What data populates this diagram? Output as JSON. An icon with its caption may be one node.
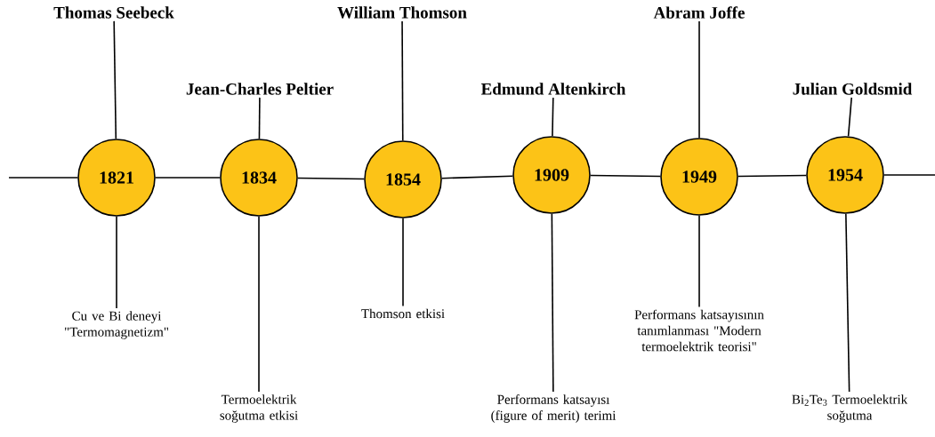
{
  "diagram": {
    "nodes": [
      {
        "text": [
          "Thomas Seebeck"
        ]
      },
      {
        "text": [
          "Jean-Charles Peltier"
        ]
      },
      {
        "text": [
          "William Thomson"
        ]
      },
      {
        "text": [
          "Edmund Altenkirch"
        ]
      },
      {
        "text": [
          "Abram Joffe"
        ]
      },
      {
        "text": [
          "Julian Goldsmid"
        ]
      },
      {
        "text": [
          "1821"
        ]
      },
      {
        "text": [
          "1834"
        ]
      },
      {
        "text": [
          "1854"
        ]
      },
      {
        "text": [
          "1909"
        ]
      },
      {
        "text": [
          "1949"
        ]
      },
      {
        "text": [
          "1954"
        ]
      },
      {
        "text": [
          "Cu ve Bi deneyi \"Termomagnetizm\""
        ]
      },
      {
        "text": [
          "Termoelektrik soğutma etkisi"
        ]
      },
      {
        "text": [
          "Thomson etkisi"
        ]
      },
      {
        "text": [
          "Performans katsayısı (figure of merit) terimi"
        ]
      },
      {
        "text": [
          "Performans katsayısının tanımlanması \"Modern termoelektrik teorisi\""
        ]
      },
      {
        "text": [
          "Bi$_{2}$Te$_{3}$ Termoelektrik soğutma"
        ]
      }
    ],
    "edges": [
      {
        "from": null,
        "to": 6,
        "arrow": "none"
      },
      {
        "from": 6,
        "to": 7,
        "arrow": "none"
      },
      {
        "from": 7,
        "to": 8,
        "arrow": "none"
      },
      {
        "from": 8,
        "to": 9,
        "arrow": "none"
      },
      {
        "from": 9,
        "to": 10,
        "arrow": "none"
      },
      {
        "from": 10,
        "to": 11,
        "arrow": "none"
      },
      {
        "from": 11,
        "to": null,
        "arrow": "none"
      },
      {
        "from": 0,
        "to": 6,
        "arrow": "none"
      },
      {
        "from": 1,
        "to": 7,
        "arrow": "none"
      },
      {
        "from": 2,
        "to": 8,
        "arrow": "none"
      },
      {
        "from": 3,
        "to": 9,
        "arrow": "none"
      },
      {
        "from": 4,
        "to": 10,
        "arrow": "none"
      },
      {
        "from": 5,
        "to": 11,
        "arrow": "none"
      },
      {
        "from": 6,
        "to": 12,
        "arrow": "none"
      },
      {
        "from": 7,
        "to": 13,
        "arrow": "none"
      },
      {
        "from": 8,
        "to": 14,
        "arrow": "none"
      },
      {
        "from": 9,
        "to": 15,
        "arrow": "none"
      },
      {
        "from": 10,
        "to": 16,
        "arrow": "none"
      },
      {
        "from": 11,
        "to": 17,
        "arrow": "none"
      }
    ]
  }
}
